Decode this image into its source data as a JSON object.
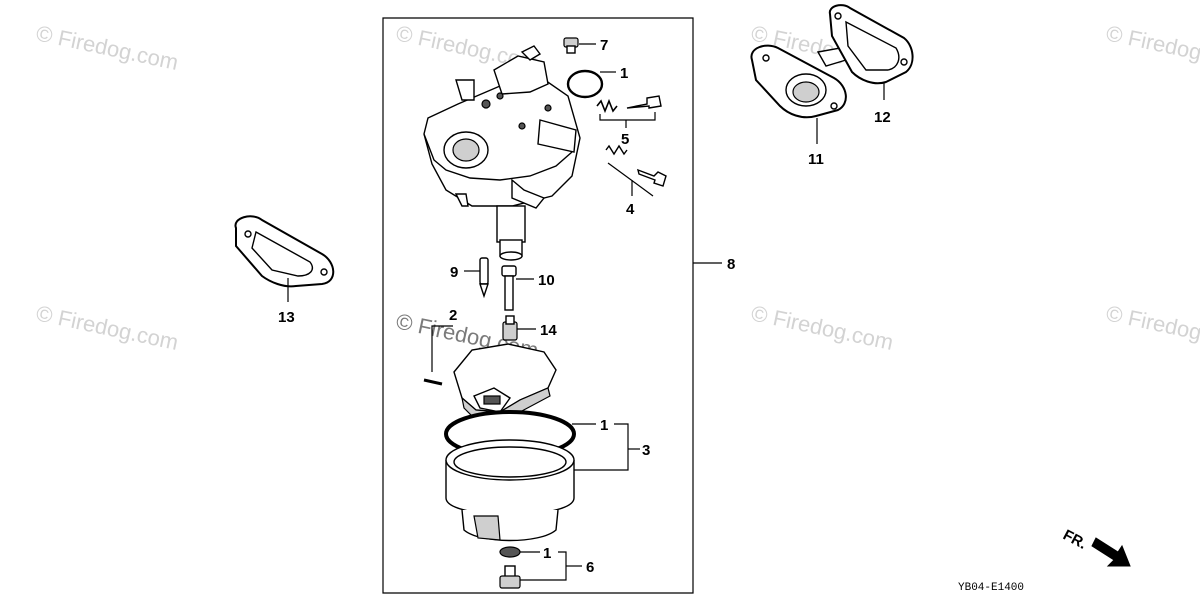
{
  "watermark": {
    "text": "© Firedog.com"
  },
  "diagram_code": "YB04-E1400",
  "direction_label": "FR.",
  "callouts": {
    "c1_top": "1",
    "c1_mid": "1",
    "c1_bot": "1",
    "c2": "2",
    "c3": "3",
    "c4": "4",
    "c5": "5",
    "c6": "6",
    "c7": "7",
    "c8": "8",
    "c9": "9",
    "c10": "10",
    "c11": "11",
    "c12": "12",
    "c13": "13",
    "c14": "14"
  }
}
